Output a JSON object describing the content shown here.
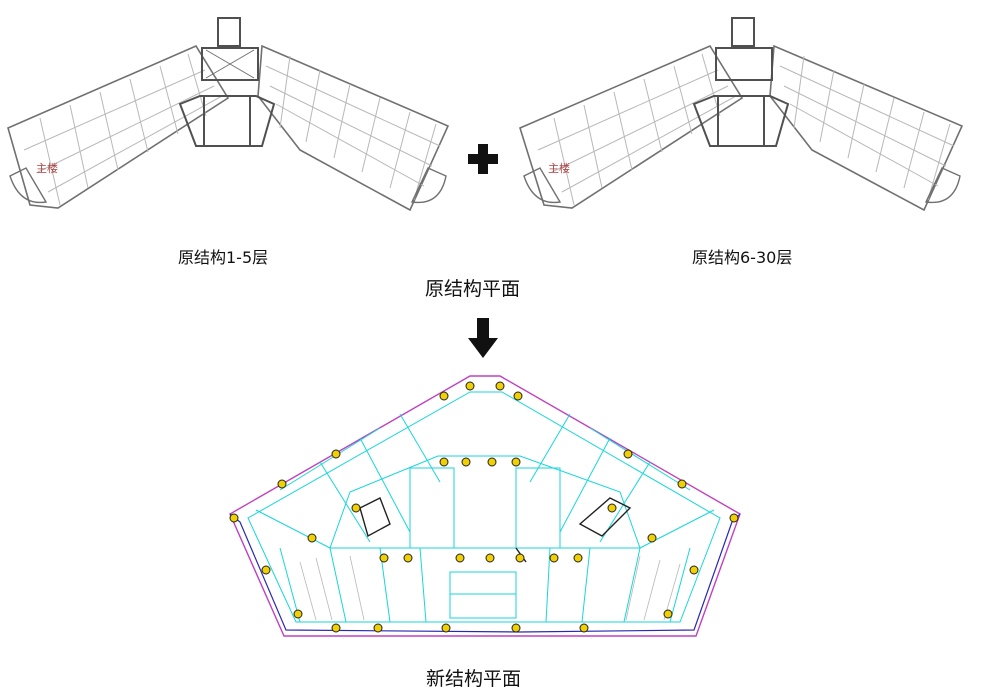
{
  "captions": {
    "left_plan": "原结构1-5层",
    "right_plan": "原结构6-30层",
    "original_title": "原结构平面",
    "new_title": "新结构平面"
  },
  "plan_labels": {
    "left_building": "主楼",
    "right_building": "主楼"
  },
  "symbols": {
    "plus": "plus-icon",
    "arrow": "arrow-down-icon"
  },
  "colors": {
    "old_plan_line": "#6f6f6f",
    "old_plan_grid": "#b5b5b5",
    "new_plan_beam": "#18d6dc",
    "new_plan_outline": "#c040c0",
    "new_plan_edge": "#2a2ab0",
    "column_marker": "#f0d000",
    "label_red": "#b04040"
  }
}
